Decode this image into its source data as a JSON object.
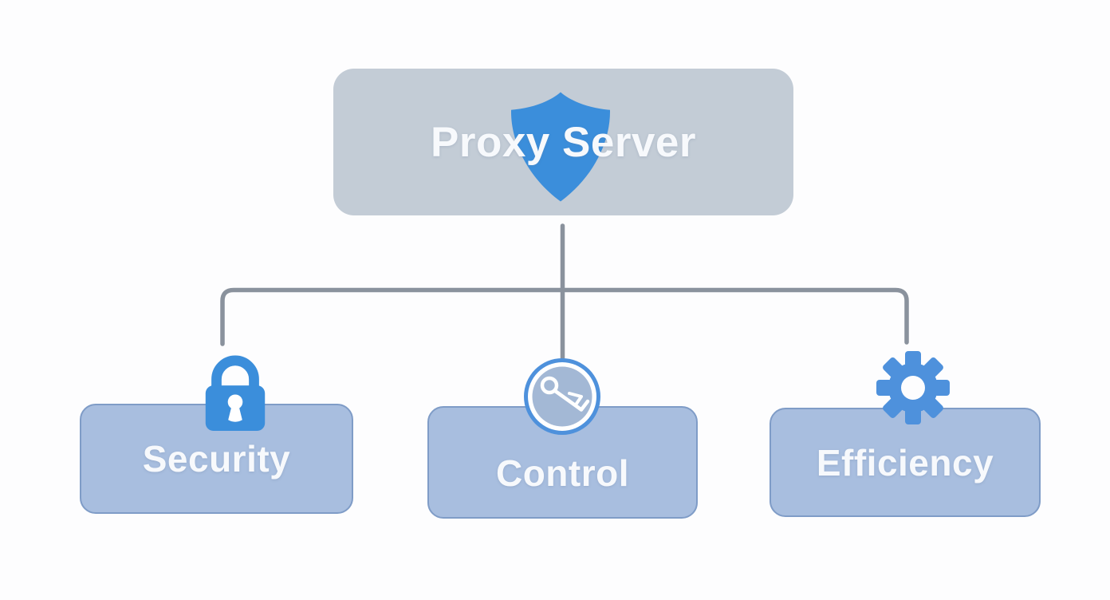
{
  "diagram": {
    "root": {
      "label": "Proxy Server",
      "icon": "shield-icon"
    },
    "children": [
      {
        "label": "Security",
        "icon": "lock-icon"
      },
      {
        "label": "Control",
        "icon": "key-icon"
      },
      {
        "label": "Efficiency",
        "icon": "gear-icon"
      }
    ],
    "colors": {
      "root_box": "#c3ccd6",
      "child_box": "#a8bedf",
      "child_box_border": "#7f9cc7",
      "icon_blue": "#3b8edb",
      "icon_blue_light": "#4e91dc",
      "key_circle_fill": "#a3b8d5",
      "connector": "#8a929d",
      "label_text": "#f7f9fc",
      "background": "#fdfdfe"
    }
  }
}
